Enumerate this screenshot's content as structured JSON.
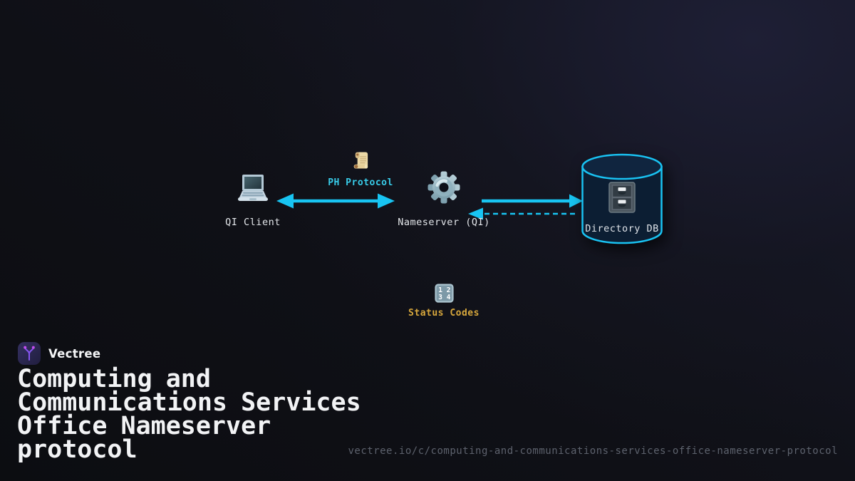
{
  "diagram": {
    "nodes": {
      "qi_client": {
        "label": "QI Client",
        "icon": "laptop-icon"
      },
      "ph_protocol": {
        "label": "PH Protocol",
        "icon": "scroll-icon"
      },
      "nameserver": {
        "label": "Nameserver (QI)",
        "icon": "gear-icon"
      },
      "directory_db": {
        "label": "Directory DB",
        "icon": "file-cabinet-icon"
      },
      "status_codes": {
        "label": "Status Codes",
        "icon": "numbers-icon"
      }
    },
    "numbers_icon_digits": {
      "row1": "1 2",
      "row2": "3 4"
    },
    "edges": [
      {
        "from": "qi-client",
        "to": "nameserver",
        "style": "solid",
        "direction": "both",
        "label": "PH Protocol"
      },
      {
        "from": "nameserver",
        "to": "directory-db",
        "style": "solid",
        "direction": "forward",
        "label": ""
      },
      {
        "from": "directory-db",
        "to": "nameserver",
        "style": "dashed",
        "direction": "forward",
        "label": ""
      }
    ]
  },
  "footer": {
    "brand": "Vectree",
    "title": "Computing and Communications Services Office Nameserver protocol",
    "url": "vectree.io/c/computing-and-communications-services-office-nameserver-protocol"
  },
  "colors": {
    "accent_arrow": "#18c4f2",
    "protocol_label": "#38cbe8",
    "status_label": "#d7a73c",
    "node_label": "#e3e6ea",
    "db_fill": "#0c1e33",
    "background_top_right": "#1e1f35",
    "background_base": "#0d0e13",
    "logo_purple": "#8655f0",
    "logo_dot_magenta": "#c24df0"
  }
}
